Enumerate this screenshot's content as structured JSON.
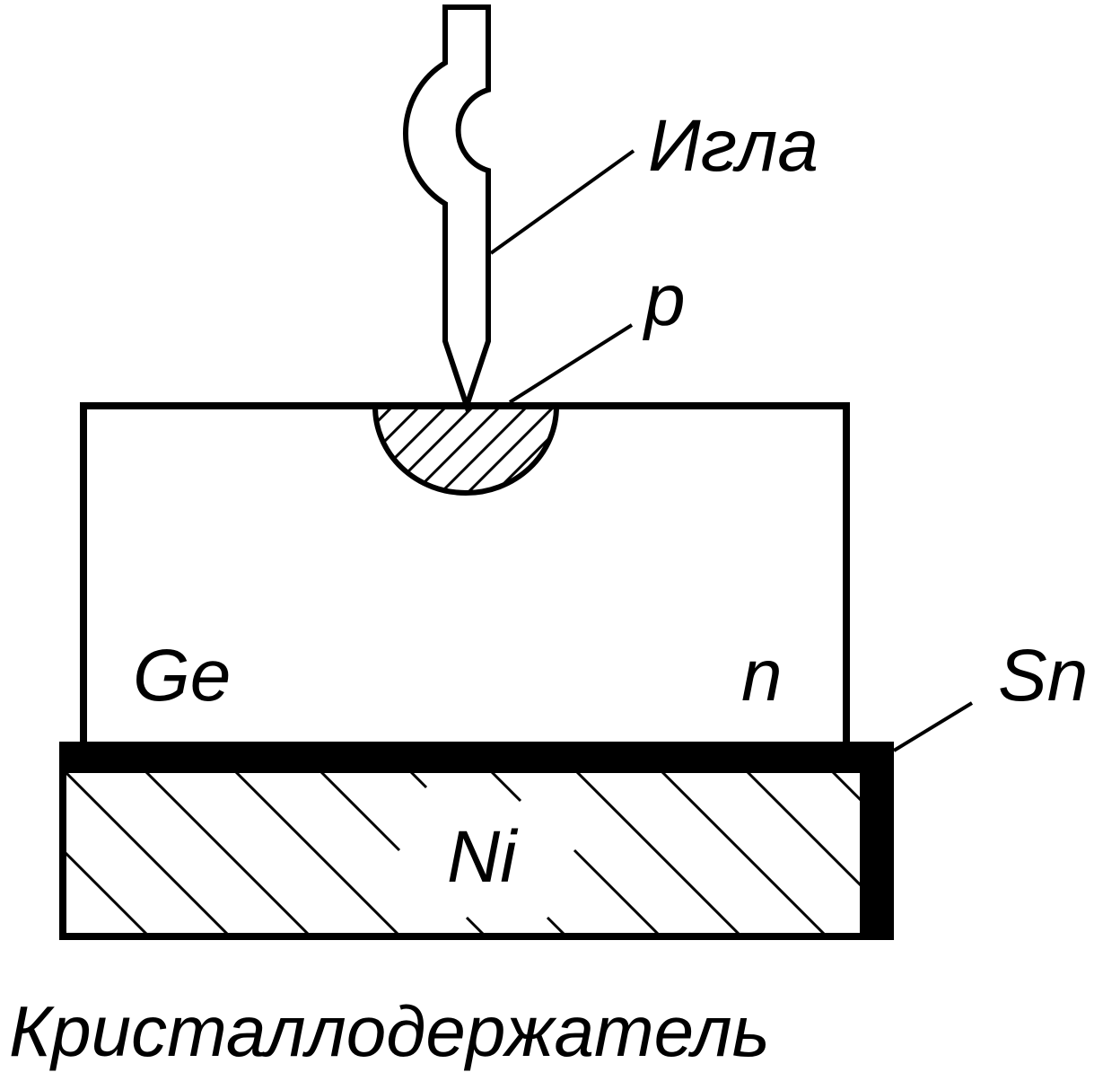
{
  "labels": {
    "needle": "Игла",
    "p_region": "p",
    "crystal_material": "Ge",
    "crystal_type": "n",
    "solder": "Sn",
    "base_metal": "Ni",
    "holder": "Кристаллодержатель"
  },
  "colors": {
    "line": "#000000",
    "background": "#ffffff"
  }
}
